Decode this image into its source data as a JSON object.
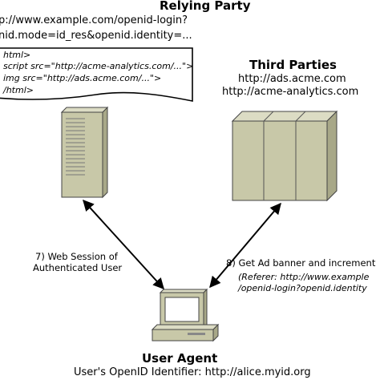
{
  "relying_party": {
    "title": "Relying Party",
    "url_line": "p://www.example.com/openid-login?",
    "params_line": "nid.mode=id_res&openid.identity=..."
  },
  "html_doc": {
    "lines": [
      "html>",
      "script src=\"http://acme-analytics.com/...\">",
      "img src=\"http://ads.acme.com/...\">",
      "/html>"
    ]
  },
  "third_parties": {
    "title": "Third Parties",
    "lines": [
      "http://ads.acme.com",
      "http://acme-analytics.com"
    ]
  },
  "session_label": {
    "lines": [
      "7) Web Session of",
      "Authenticated User"
    ]
  },
  "ad_label": {
    "line1": "8) Get Ad banner and increment",
    "referer_lines": [
      "(Referer: http://www.example",
      "/openid-login?openid.identity"
    ]
  },
  "user_agent": {
    "title": "User Agent",
    "identifier": "User's OpenID Identifier: http://alice.myid.org"
  },
  "colors": {
    "server_fill": "#c8c8a8",
    "server_dark": "#a8a888",
    "outline": "#444444"
  },
  "icons": [
    "server-tower-icon",
    "third-party-servers-icon",
    "desktop-computer-icon"
  ]
}
